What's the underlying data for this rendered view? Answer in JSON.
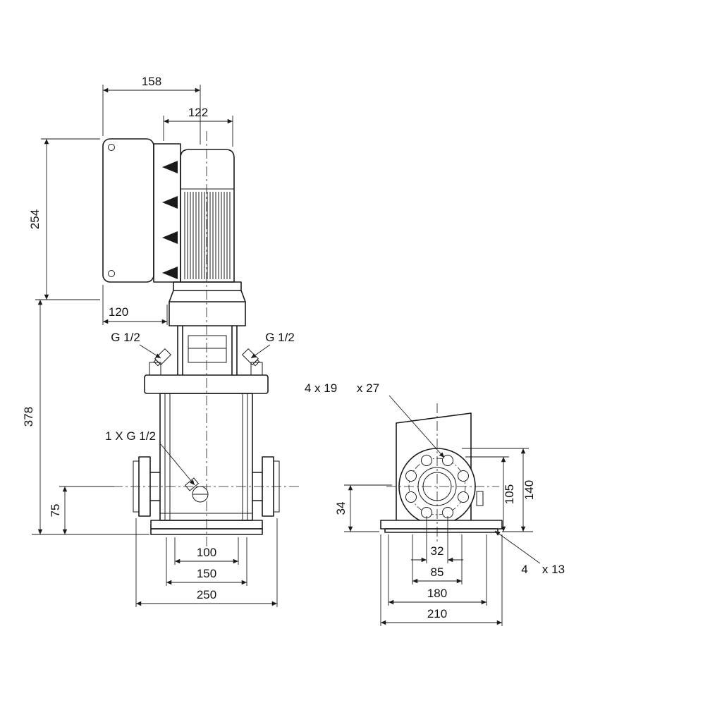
{
  "drawing": {
    "front": {
      "dim_158": "158",
      "dim_122": "122",
      "dim_254": "254",
      "dim_120": "120",
      "dim_378": "378",
      "port_left": "G 1/2",
      "port_right": "G 1/2",
      "drain_label": "1 X G 1/2",
      "dim_75": "75",
      "dim_100": "100",
      "dim_150": "150",
      "dim_250": "250"
    },
    "side": {
      "holes_label_a": "4 x 19",
      "holes_label_b": "x 27",
      "dim_34": "34",
      "dim_105": "105",
      "dim_140": "140",
      "dim_32": "32",
      "dim_85": "85",
      "dim_180": "180",
      "dim_210": "210",
      "base_holes_a": "4",
      "base_holes_b": "x 13"
    }
  }
}
